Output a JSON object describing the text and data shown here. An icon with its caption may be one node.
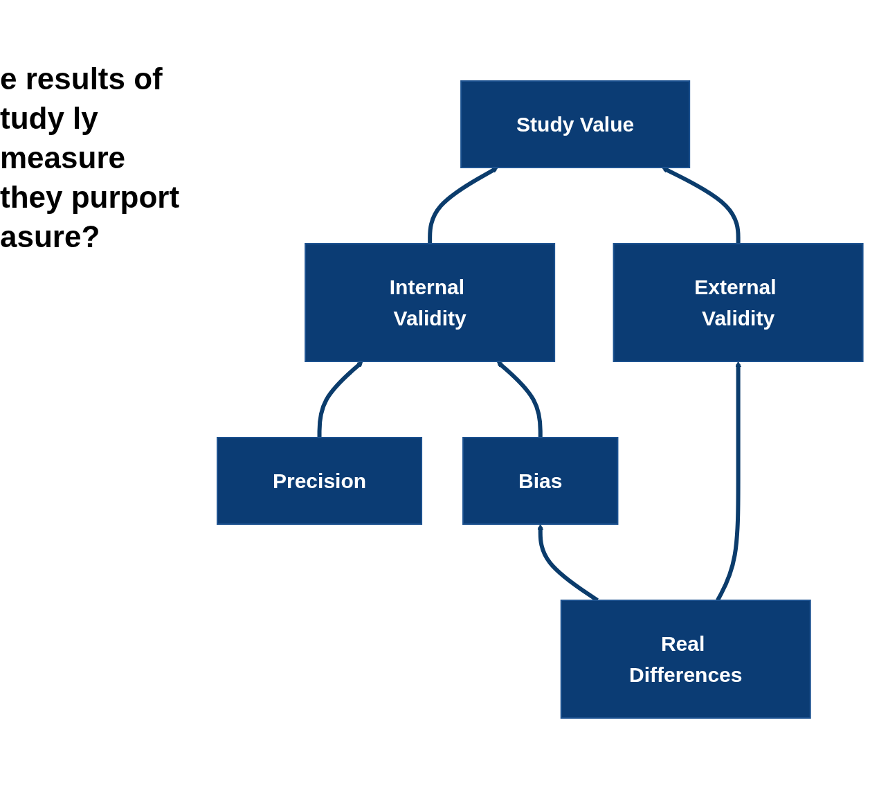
{
  "diagram": {
    "nodes": [
      {
        "text": [
          "Study Value"
        ]
      },
      {
        "text": [
          "Internal Validity"
        ]
      },
      {
        "text": [
          "External Validity"
        ]
      },
      {
        "text": [
          "Precision"
        ]
      },
      {
        "text": [
          "Bias"
        ]
      },
      {
        "text": [
          "Real Differences"
        ]
      }
    ],
    "edges": [
      {
        "from": 1,
        "to": 0,
        "arrow": "to"
      },
      {
        "from": 2,
        "to": 0,
        "arrow": "to"
      },
      {
        "from": 3,
        "to": 1,
        "arrow": "to"
      },
      {
        "from": 4,
        "to": 1,
        "arrow": "to"
      },
      {
        "from": 5,
        "to": 2,
        "arrow": "to"
      },
      {
        "from": 5,
        "to": 4,
        "arrow": "to"
      }
    ],
    "labels": [
      "e results of tudy ly measure they purport asure?"
    ]
  }
}
